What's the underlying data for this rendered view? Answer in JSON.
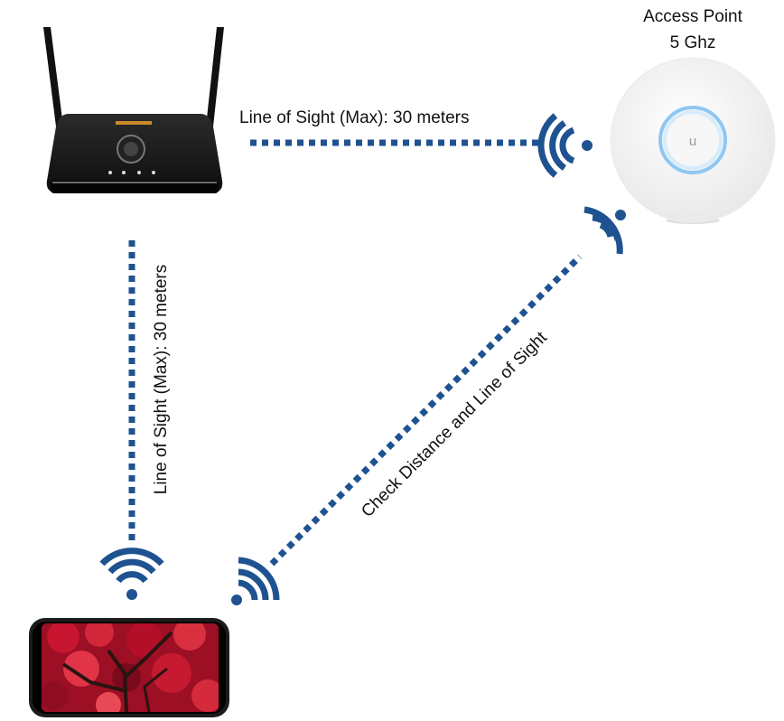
{
  "access_point": {
    "title_line1": "Access Point",
    "title_line2": "5 Ghz"
  },
  "links": {
    "router_to_ap": "Line of Sight (Max): 30 meters",
    "router_to_phone": "Line of Sight (Max): 30 meters",
    "phone_to_ap": "Check Distance and Line of Sight"
  },
  "colors": {
    "link": "#1f5290",
    "router_body": "#1a1a1a",
    "ap_body": "#f4f4f4",
    "ap_ring": "#8fc7f3",
    "foliage": "#b0102a"
  },
  "icons": [
    "router-device",
    "access-point-device",
    "smartphone-device",
    "wifi-signal-icon"
  ]
}
